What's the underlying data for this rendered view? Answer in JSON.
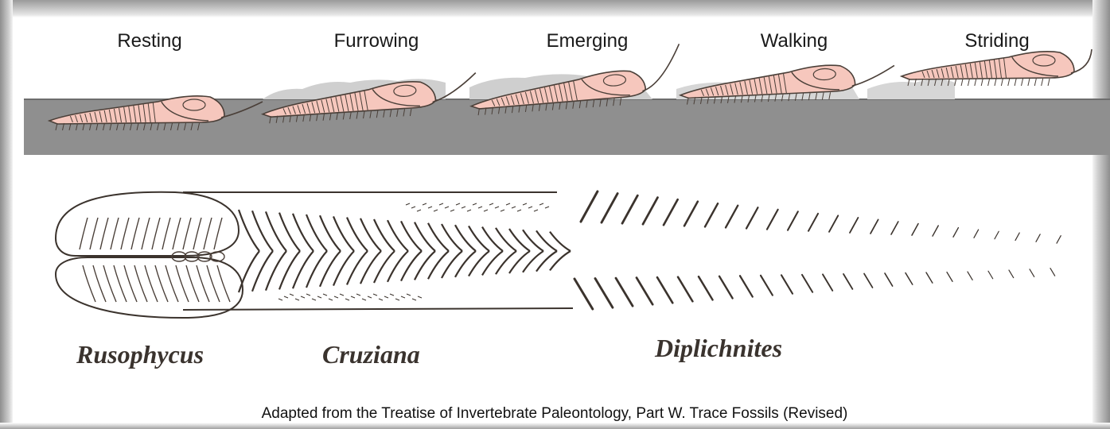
{
  "stages": [
    {
      "id": "resting",
      "label": "Resting"
    },
    {
      "id": "furrowing",
      "label": "Furrowing"
    },
    {
      "id": "emerging",
      "label": "Emerging"
    },
    {
      "id": "walking",
      "label": "Walking"
    },
    {
      "id": "striding",
      "label": "Striding"
    }
  ],
  "trace_fossils": [
    {
      "id": "rusophycus",
      "label": "Rusophycus"
    },
    {
      "id": "cruziana",
      "label": "Cruziana"
    },
    {
      "id": "diplichnites",
      "label": "Diplichnites"
    }
  ],
  "credit": "Adapted from the Treatise of Invertebrate Paleontology, Part W. Trace Fossils (Revised)",
  "colors": {
    "sediment": "#8f8f8f",
    "trilobite_body": "#f6c7bd",
    "outline": "#4a3f38",
    "disturbed_sediment": "#cfcfcf"
  }
}
